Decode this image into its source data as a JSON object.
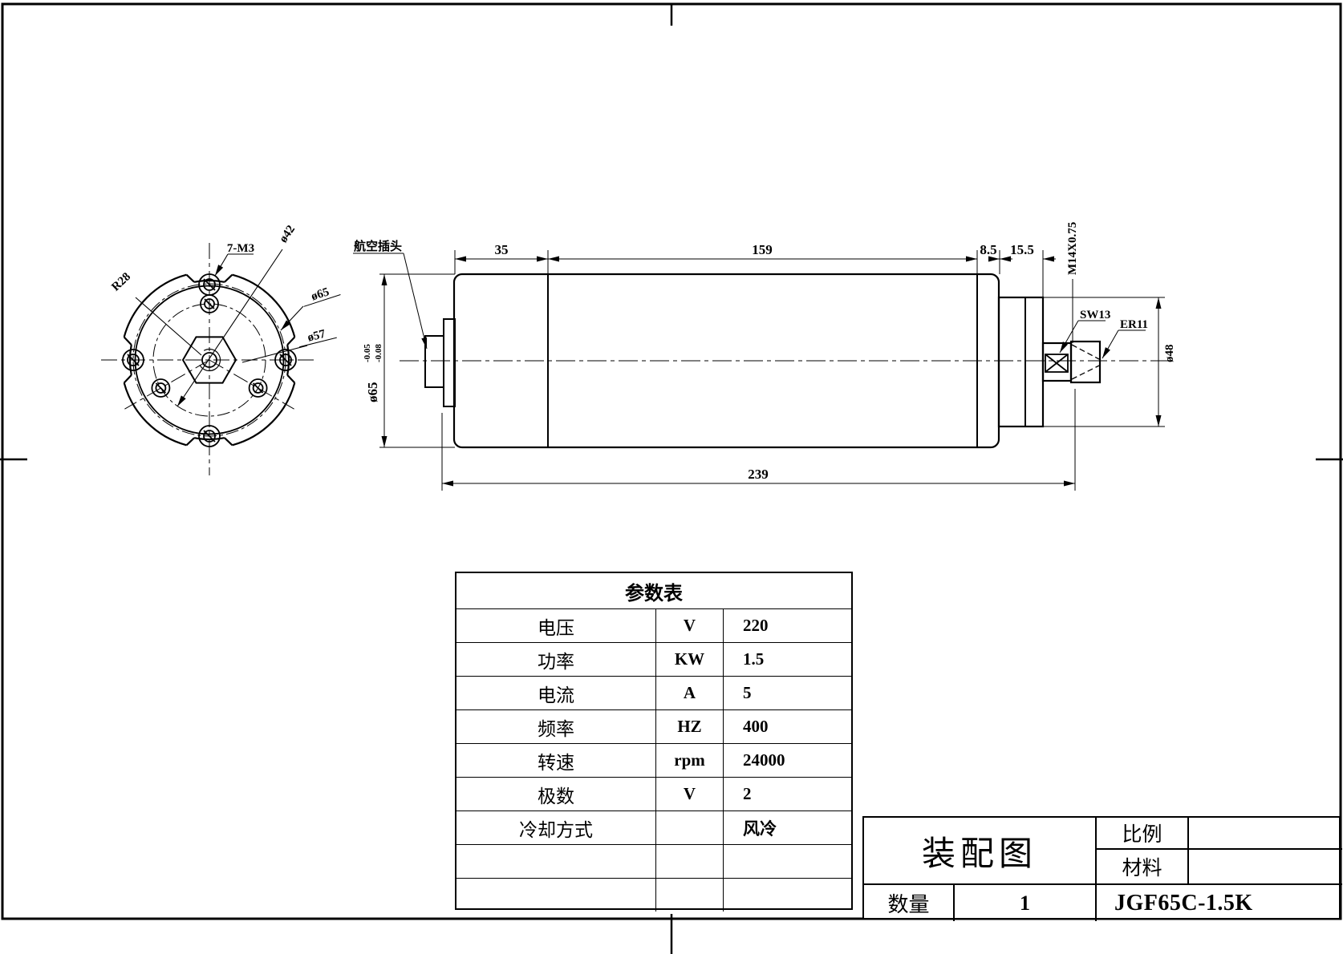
{
  "front_view": {
    "bolt_spec": "7-M3",
    "inner_bolt_circle": "ø42",
    "flange_radius": "R28",
    "outer_diameter": "ø65",
    "outer_bolt_circle": "ø57"
  },
  "side_view": {
    "plug_label": "航空插头",
    "dim_cap": "35",
    "dim_body": "159",
    "dim_ring": "8.5",
    "dim_nose": "15.5",
    "dim_total": "239",
    "body_dia": "ø65",
    "tol_upper": "-0.05",
    "tol_lower": "-0.08",
    "thread": "M14X0.75",
    "wrench": "SW13",
    "collet": "ER11",
    "nose_dia": "ø48"
  },
  "parameter_table": {
    "title": "参数表",
    "rows": [
      {
        "name": "电压",
        "unit": "V",
        "value": "220"
      },
      {
        "name": "功率",
        "unit": "KW",
        "value": "1.5"
      },
      {
        "name": "电流",
        "unit": "A",
        "value": "5"
      },
      {
        "name": "频率",
        "unit": "HZ",
        "value": "400"
      },
      {
        "name": "转速",
        "unit": "rpm",
        "value": "24000"
      },
      {
        "name": "极数",
        "unit": "V",
        "value": "2"
      },
      {
        "name": "冷却方式",
        "unit": "",
        "value": "风冷"
      },
      {
        "name": "",
        "unit": "",
        "value": ""
      },
      {
        "name": "",
        "unit": "",
        "value": ""
      }
    ]
  },
  "title_block": {
    "name": "装配图",
    "scale_label": "比例",
    "scale_value": "",
    "material_label": "材料",
    "material_value": "",
    "qty_label": "数量",
    "qty_value": "1",
    "model": "JGF65C-1.5K"
  }
}
